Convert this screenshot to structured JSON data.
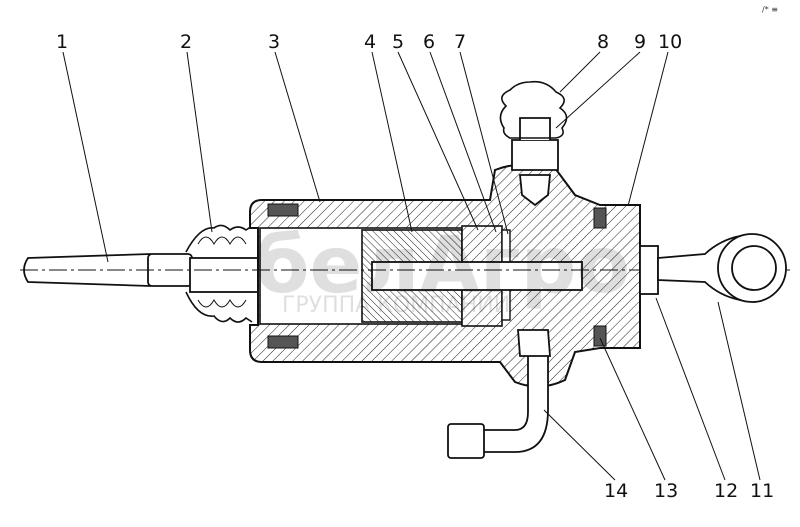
{
  "corner_mark": "/* ≡",
  "watermark": {
    "brand": "белАгро",
    "subtitle": "ГРУППА КОМПАНИЙ"
  },
  "part_labels": [
    "1",
    "2",
    "3",
    "4",
    "5",
    "6",
    "7",
    "8",
    "9",
    "10",
    "11",
    "12",
    "13",
    "14"
  ],
  "colors": {
    "line": "#111111",
    "background": "#ffffff"
  }
}
